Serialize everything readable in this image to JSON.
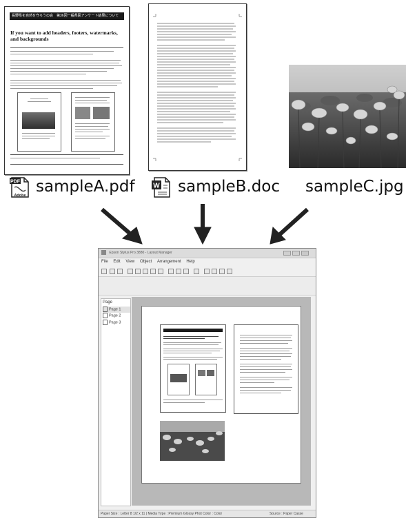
{
  "files": [
    {
      "name": "sampleA.pdf",
      "icon": "pdf-file-icon"
    },
    {
      "name": "sampleB.doc",
      "icon": "word-file-icon"
    },
    {
      "name": "sampleC.jpg",
      "icon": "none"
    }
  ],
  "docA": {
    "header_bar": "長野県を自然を守ろうの会　第36回一般県民アンケート結果について",
    "title": "If you want to add headers, footers, watermarks, and backgrounds"
  },
  "app": {
    "title": "Epson Stylus Pro 3880 - Layout Manager",
    "menu": [
      "File",
      "Edit",
      "View",
      "Object",
      "Arrangement",
      "Help"
    ],
    "panel_heading": "Page",
    "pages": [
      "Page 1",
      "Page 2",
      "Page 3"
    ],
    "status": {
      "left": "Paper Size : Letter 8 1/2 x 11 | Media Type : Premium Glossy Phot  Color : Color",
      "right": "Source : Paper Casse"
    }
  },
  "colors": {
    "arrow": "#222222",
    "canvas": "#b8b8b8",
    "header_bar": "#1a1a1a"
  }
}
